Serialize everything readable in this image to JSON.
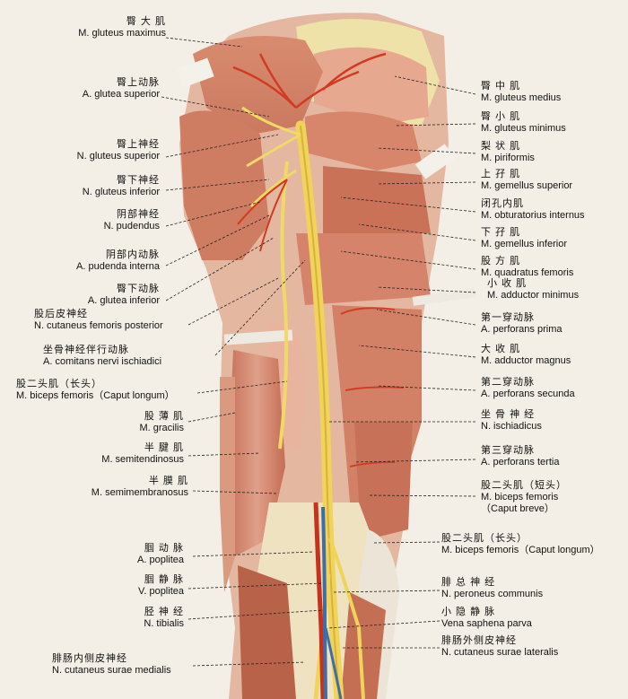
{
  "labels_left": [
    {
      "id": "gluteus-maximus",
      "zh": "臀 大 肌",
      "en": "M. gluteus maximus"
    },
    {
      "id": "glutea-superior-artery",
      "zh": "臀上动脉",
      "en": "A. glutea superior"
    },
    {
      "id": "gluteus-superior-nerve",
      "zh": "臀上神经",
      "en": "N. gluteus superior"
    },
    {
      "id": "gluteus-inferior-nerve",
      "zh": "臀下神经",
      "en": "N. gluteus inferior"
    },
    {
      "id": "pudendus",
      "zh": "阴部神经",
      "en": "N. pudendus"
    },
    {
      "id": "pudenda-interna",
      "zh": "阴部内动脉",
      "en": "A. pudenda interna"
    },
    {
      "id": "glutea-inferior-artery",
      "zh": "臀下动脉",
      "en": "A. glutea inferior"
    },
    {
      "id": "cutaneus-femoris-posterior",
      "zh": "股后皮神经",
      "en": "N. cutaneus femoris posterior"
    },
    {
      "id": "comitans-nervi-ischiadici",
      "zh": "坐骨神经伴行动脉",
      "en": "A. comitans nervi ischiadici"
    },
    {
      "id": "biceps-caput-longum-left",
      "zh": "股二头肌（长头）",
      "en": "M. biceps femoris（Caput longum）"
    },
    {
      "id": "gracilis",
      "zh": "股 薄 肌",
      "en": "M. gracilis"
    },
    {
      "id": "semitendinosus",
      "zh": "半 腱 肌",
      "en": "M. semitendinosus"
    },
    {
      "id": "semimembranosus",
      "zh": "半 膜 肌",
      "en": "M. semimembranosus"
    },
    {
      "id": "poplitea-artery",
      "zh": "腘 动 脉",
      "en": "A. poplitea"
    },
    {
      "id": "poplitea-vein",
      "zh": "腘 静 脉",
      "en": "V. poplitea"
    },
    {
      "id": "tibialis",
      "zh": "胫 神 经",
      "en": "N. tibialis"
    },
    {
      "id": "cutaneus-surae-medialis",
      "zh": "腓肠内侧皮神经",
      "en": "N. cutaneus surae medialis"
    }
  ],
  "labels_right": [
    {
      "id": "gluteus-medius",
      "zh": "臀 中 肌",
      "en": "M. gluteus medius"
    },
    {
      "id": "gluteus-minimus",
      "zh": "臀 小 肌",
      "en": "M. gluteus minimus"
    },
    {
      "id": "piriformis",
      "zh": "梨 状 肌",
      "en": "M. piriformis"
    },
    {
      "id": "gemellus-superior",
      "zh": "上 孖 肌",
      "en": "M. gemellus superior"
    },
    {
      "id": "obturatorius-internus",
      "zh": "闭孔内肌",
      "en": "M. obturatorius internus"
    },
    {
      "id": "gemellus-inferior",
      "zh": "下 孖 肌",
      "en": "M. gemellus inferior"
    },
    {
      "id": "quadratus-femoris",
      "zh": "股 方 肌",
      "en": "M. quadratus femoris"
    },
    {
      "id": "adductor-minimus",
      "zh": "小 收 肌",
      "en": "M. adductor minimus"
    },
    {
      "id": "perforans-prima",
      "zh": "第一穿动脉",
      "en": "A. perforans prima"
    },
    {
      "id": "adductor-magnus",
      "zh": "大 收 肌",
      "en": "M. adductor magnus"
    },
    {
      "id": "perforans-secunda",
      "zh": "第二穿动脉",
      "en": "A. perforans secunda"
    },
    {
      "id": "ischiadicus",
      "zh": "坐 骨 神 经",
      "en": "N. ischiadicus"
    },
    {
      "id": "perforans-tertia",
      "zh": "第三穿动脉",
      "en": "A. perforans tertia"
    },
    {
      "id": "biceps-caput-breve",
      "zh": "股二头肌（短头）",
      "en": "M. biceps femoris",
      "en2": "（Caput breve）"
    },
    {
      "id": "biceps-caput-longum-right",
      "zh": "股二头肌（长头）",
      "en": "M. biceps femoris（Caput longum）"
    },
    {
      "id": "peroneus-communis",
      "zh": "腓 总 神 经",
      "en": "N. peroneus communis"
    },
    {
      "id": "saphena-parva",
      "zh": "小 隐 静 脉",
      "en": "Vena saphena parva"
    },
    {
      "id": "cutaneus-surae-lateralis",
      "zh": "腓肠外侧皮神经",
      "en": "N. cutaneus surae lateralis"
    }
  ],
  "colors": {
    "background": "#f3efe6",
    "muscle": "#d98b6f",
    "muscle_dark": "#b9604a",
    "muscle_light": "#e8b29c",
    "fat": "#efe2a8",
    "tendon": "#ebe4d6",
    "nerve": "#f0d35a",
    "artery": "#d23a22",
    "vein": "#3e6ea8"
  }
}
